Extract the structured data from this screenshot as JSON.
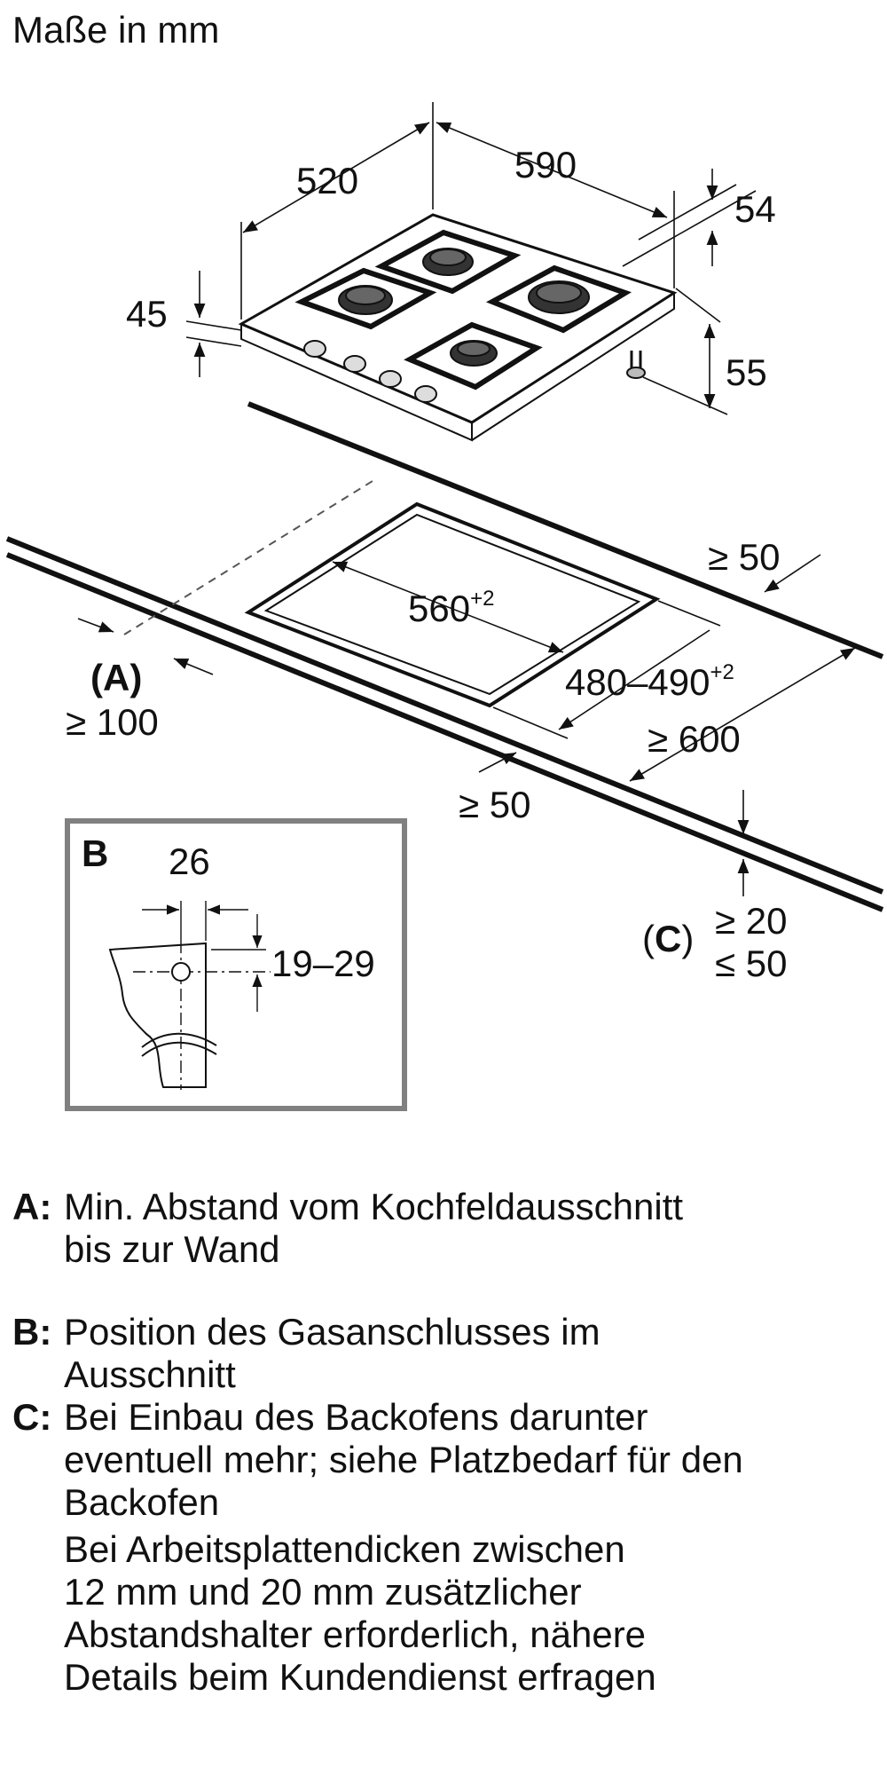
{
  "title": "Maße in mm",
  "dimensions": {
    "d520": "520",
    "d590": "590",
    "d54": "54",
    "d45": "45",
    "d55": "55",
    "d560": "560",
    "d560_sup": "+2",
    "d480_490": "480–490",
    "d480_490_sup": "+2",
    "ge50_right": "≥ 50",
    "ge600": "≥ 600",
    "ge50_front": "≥ 50",
    "ge100": "≥ 100",
    "ge20": "≥ 20",
    "le50": "≤ 50"
  },
  "labels": {
    "A": "(A)",
    "C_open": "(",
    "C_letter": "C",
    "C_close": ")"
  },
  "detail_b": {
    "title": "B",
    "d26": "26",
    "d19_29": "19–29"
  },
  "legend": [
    {
      "key": "A:",
      "lines": [
        "Min. Abstand vom Kochfeldausschnitt",
        "bis zur Wand"
      ]
    },
    {
      "key": "B:",
      "lines": [
        "Position des Gasanschlusses im",
        "Ausschnitt"
      ]
    },
    {
      "key": "C:",
      "lines": [
        "Bei Einbau des Backofens darunter",
        "eventuell mehr; siehe Platzbedarf für den",
        "Backofen"
      ]
    }
  ],
  "note_lines": [
    "Bei Arbeitsplattendicken zwischen",
    "12 mm und 20 mm zusätzlicher",
    "Abstandshalter erforderlich, nähere",
    "Details beim Kundendienst erfragen"
  ],
  "colors": {
    "line": "#111111",
    "frame": "#808080",
    "dash": "#555555"
  }
}
